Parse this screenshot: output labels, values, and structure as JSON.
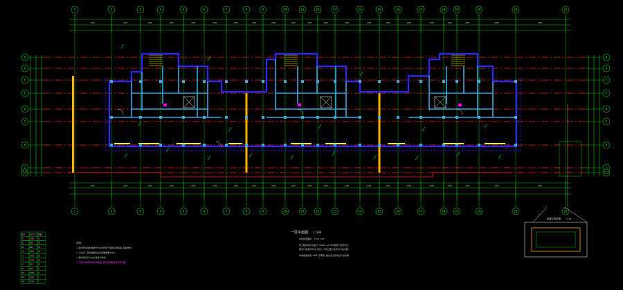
{
  "plan": {
    "title": "一层平面图",
    "scale": "1:100"
  },
  "grid": {
    "top_axes": [
      "1",
      "2",
      "3",
      "4",
      "5",
      "6",
      "7",
      "8",
      "9",
      "10",
      "11",
      "12",
      "13",
      "14",
      "15",
      "16",
      "17",
      "18",
      "19",
      "20",
      "21",
      "22"
    ],
    "bottom_axes": [
      "1",
      "2",
      "3",
      "4",
      "5",
      "6",
      "7",
      "8",
      "9",
      "10",
      "11",
      "12",
      "13",
      "14",
      "15",
      "16",
      "17",
      "18",
      "19",
      "20",
      "21",
      "22"
    ],
    "left_axes": [
      "H",
      "G",
      "F",
      "E",
      "D",
      "C",
      "B",
      "A",
      "1/A"
    ],
    "right_axes": [
      "H",
      "G",
      "F",
      "E",
      "D",
      "C",
      "B",
      "A",
      "1/A"
    ]
  },
  "legend_table": {
    "rows": [
      [
        "编号",
        "洞口尺寸",
        "数量"
      ],
      [
        "M1",
        "1000",
        "12"
      ],
      [
        "M2",
        "900",
        "24"
      ],
      [
        "M3",
        "800",
        "18"
      ],
      [
        "C1",
        "1800",
        "16"
      ],
      [
        "C2",
        "1500",
        "20"
      ],
      [
        "C3",
        "1200",
        "14"
      ],
      [
        "C4",
        "900",
        "10"
      ],
      [
        "C5",
        "600",
        "8"
      ],
      [
        "MC1",
        "2400",
        "6"
      ],
      [
        "FM1",
        "1000",
        "3"
      ],
      [
        "FM2",
        "1200",
        "3"
      ]
    ]
  },
  "notes": {
    "heading": "说明:",
    "lines": [
      "1.图中未注明的墙体均为200厚加气混凝土砌块墙,轴线居中.",
      "2.卫生间、厨房地面均比同层楼面低20mm.",
      "3.图中所注尺寸均以毫米为单位.",
      "4.空调冷凝水管详见水施图,室外空调板做法详见详图."
    ]
  },
  "center_notes": {
    "lines": [
      "本层建筑面积: 1256.32m²",
      "本工程室内外高差为 450mm,±0.000相当于绝对标高.",
      "图中门窗编号详见门窗表,门窗立面分格详见门窗详图.",
      "外墙保温采用 50厚 聚苯板,做法详见建筑设计总说明."
    ]
  },
  "detail": {
    "title": "坡道平面详图",
    "scale": "1:50"
  },
  "colors": {
    "grid_line": "#00c800",
    "axis_line": "#ff2020",
    "wall": "#2a2aff",
    "structure": "#3fa8e0",
    "column": "#ffb000",
    "window": "#ffff00",
    "text": "#c8c8c8",
    "annotation": "#00ff00",
    "magenta": "#ff00ff"
  }
}
